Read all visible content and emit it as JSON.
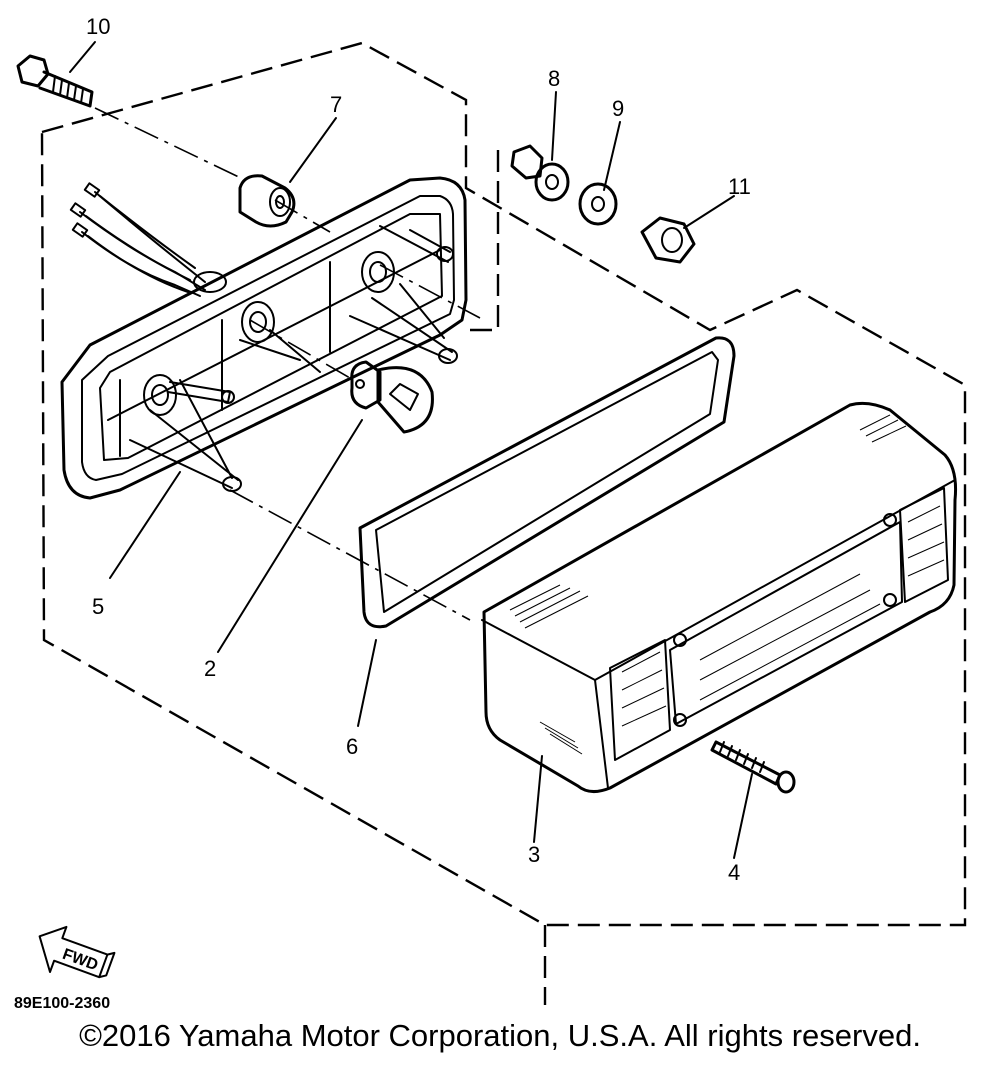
{
  "callouts": {
    "c2": "2",
    "c3": "3",
    "c4": "4",
    "c5": "5",
    "c6": "6",
    "c7": "7",
    "c8": "8",
    "c9": "9",
    "c10": "10",
    "c11": "11"
  },
  "fwd_label": "FWD",
  "diagram_code": "89E100-2360",
  "copyright": "©2016 Yamaha Motor Corporation, U.S.A. All rights reserved."
}
